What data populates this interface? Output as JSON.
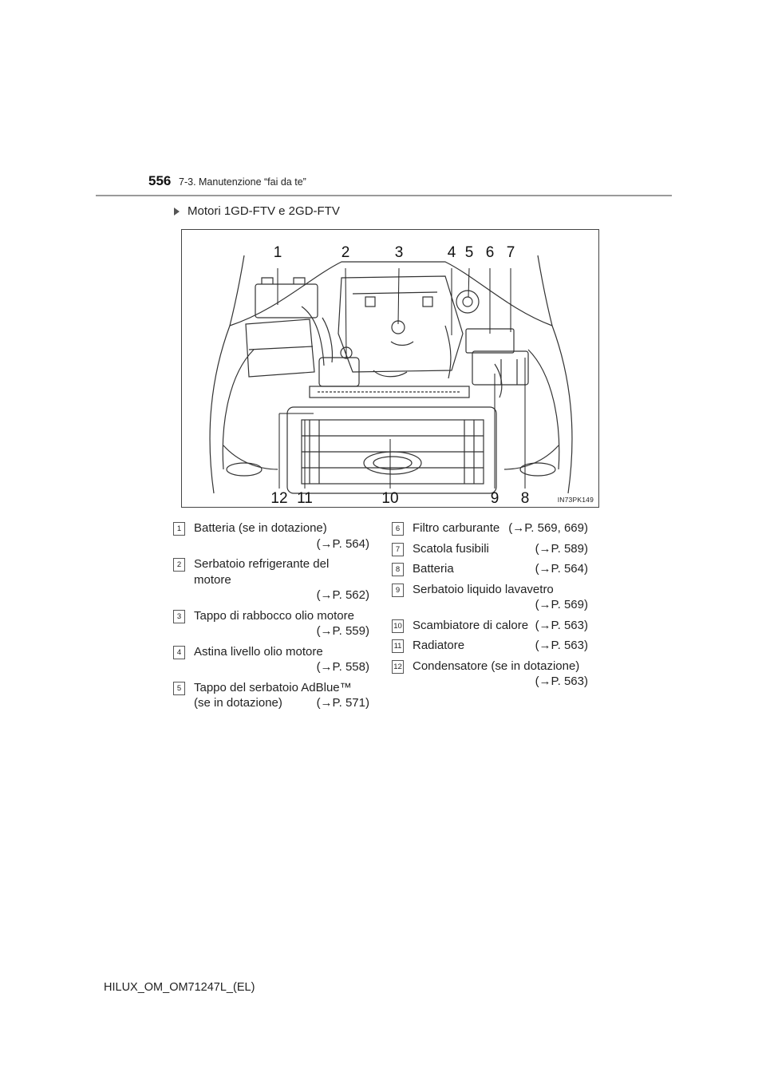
{
  "header": {
    "page_number": "556",
    "section": "7-3. Manutenzione “fai da te”"
  },
  "subheading": "Motori 1GD-FTV e 2GD-FTV",
  "figure": {
    "code": "IN73PK149",
    "callouts": [
      "1",
      "2",
      "3",
      "4",
      "5",
      "6",
      "7",
      "8",
      "9",
      "10",
      "11",
      "12"
    ]
  },
  "legend_left": [
    {
      "num": "1",
      "text": "Batteria (se in dotazione)",
      "ref": "(→P. 564)"
    },
    {
      "num": "2",
      "text": "Serbatoio refrigerante del motore",
      "ref": "(→P. 562)"
    },
    {
      "num": "3",
      "text": "Tappo di rabbocco olio motore",
      "ref": "(→P. 559)"
    },
    {
      "num": "4",
      "text": "Astina livello olio motore",
      "ref": "(→P. 558)"
    },
    {
      "num": "5",
      "text": "Tappo del serbatoio AdBlue™",
      "text2": "(se in dotazione)",
      "ref": "(→P. 571)"
    }
  ],
  "legend_right": [
    {
      "num": "6",
      "text": "Filtro carburante",
      "ref": "(→P. 569, 669)"
    },
    {
      "num": "7",
      "text": "Scatola fusibili",
      "ref": "(→P. 589)"
    },
    {
      "num": "8",
      "text": "Batteria",
      "ref": "(→P. 564)"
    },
    {
      "num": "9",
      "text": "Serbatoio liquido lavavetro",
      "ref": "(→P. 569)"
    },
    {
      "num": "10",
      "text": "Scambiatore di calore",
      "ref": "(→P. 563)"
    },
    {
      "num": "11",
      "text": "Radiatore",
      "ref": "(→P. 563)"
    },
    {
      "num": "12",
      "text": "Condensatore (se in dotazione)",
      "ref": "(→P. 563)"
    }
  ],
  "footer": "HILUX_OM_OM71247L_(EL)"
}
